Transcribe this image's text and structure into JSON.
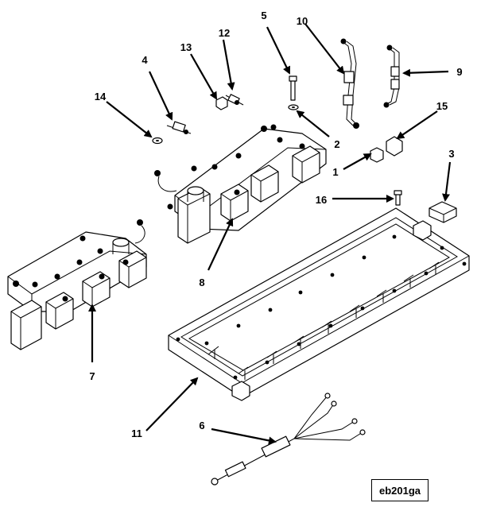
{
  "figure_id": "eb201ga",
  "callouts": [
    {
      "label": "1"
    },
    {
      "label": "2"
    },
    {
      "label": "3"
    },
    {
      "label": "4"
    },
    {
      "label": "5"
    },
    {
      "label": "6"
    },
    {
      "label": "7"
    },
    {
      "label": "8"
    },
    {
      "label": "9"
    },
    {
      "label": "10"
    },
    {
      "label": "11"
    },
    {
      "label": "12"
    },
    {
      "label": "13"
    },
    {
      "label": "14"
    },
    {
      "label": "15"
    },
    {
      "label": "16"
    }
  ]
}
